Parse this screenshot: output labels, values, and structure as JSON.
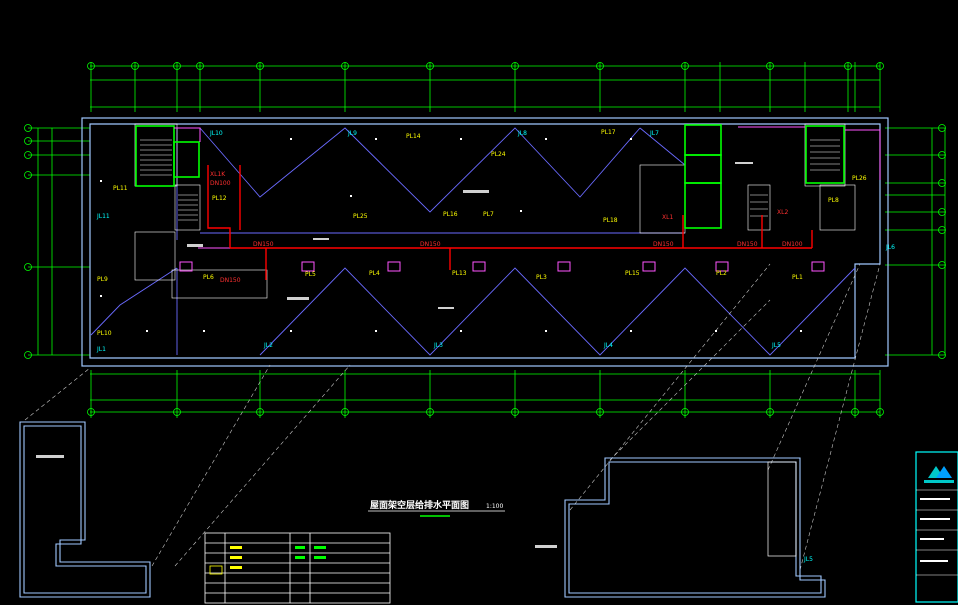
{
  "drawing": {
    "title": "屋面架空层给排水平面图",
    "scale": "1:100"
  },
  "pipe_labels": {
    "pl": [
      "PL11",
      "PL12",
      "PL13",
      "PL14",
      "PL15",
      "PL16",
      "PL17",
      "PL18",
      "PL24",
      "PL25",
      "PL26",
      "PL9",
      "PL10",
      "PL1",
      "PL2",
      "PL3",
      "PL4",
      "PL5",
      "PL6",
      "PL7",
      "PL8"
    ],
    "jl": [
      "JL10",
      "JL9",
      "JL8",
      "JL7",
      "JL6",
      "JL5",
      "JL4",
      "JL3",
      "JL2",
      "JL1",
      "JL11",
      "JL5"
    ],
    "xl": [
      "XL1K",
      "XL2",
      "XL1"
    ]
  },
  "dn_labels": [
    "DN150",
    "DN150",
    "DN150",
    "DN150",
    "DN100",
    "DN100",
    "DN150"
  ],
  "colors": {
    "background": "#000000",
    "grid": "#00ff00",
    "wall": "#a0c8ff",
    "roof_ridge": "#6a6aff",
    "fire_main": "#ff0000",
    "text": "#ffff00",
    "stair": "#ffffff"
  }
}
